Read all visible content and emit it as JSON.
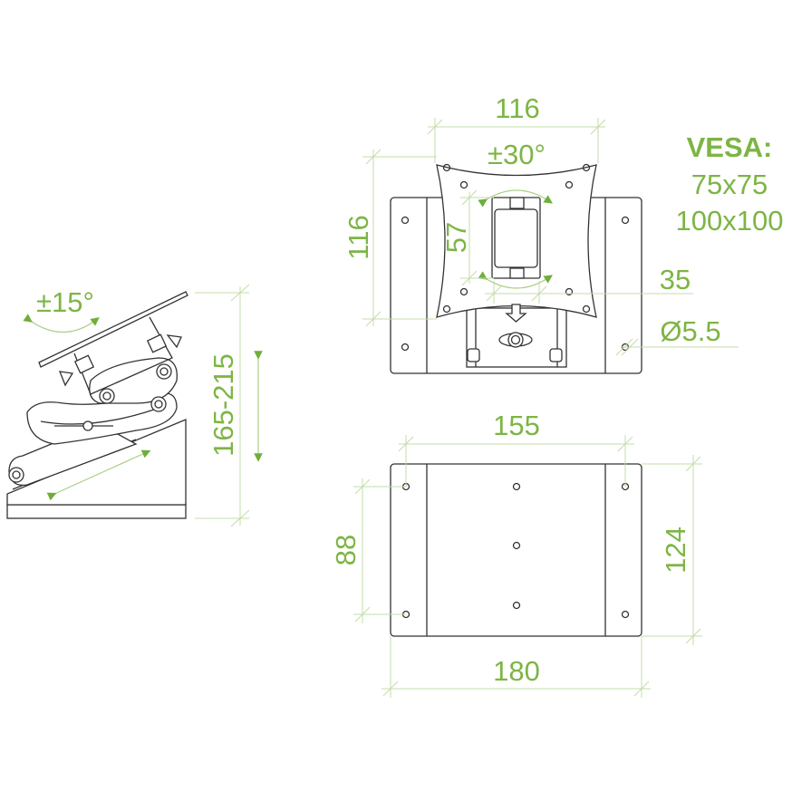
{
  "title": "Wall mount bracket dimension drawing",
  "vesa": {
    "label": "VESA:",
    "sizes": [
      "75x75",
      "100x100"
    ]
  },
  "side_view": {
    "tilt": "±15°",
    "height_range": "165-215"
  },
  "front_view": {
    "width": "116",
    "height": "116",
    "swivel": "±30°",
    "inner_height": "57",
    "offset": "35",
    "hole_diameter": "Ø5.5"
  },
  "wall_plate": {
    "hole_spacing_x": "155",
    "hole_spacing_y": "88",
    "height": "124",
    "width": "180"
  },
  "colors": {
    "accent": "#7db544",
    "dimension_line": "#c3dcaa",
    "outline": "#333333"
  }
}
